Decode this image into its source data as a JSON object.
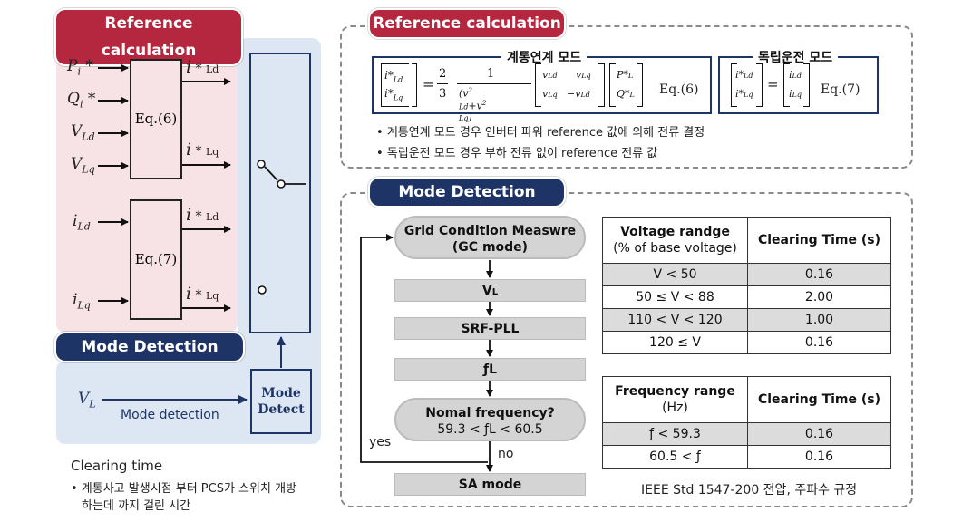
{
  "left_panel": {
    "reference_title": "Reference calculation",
    "mode_detection_title": "Mode Detection",
    "inputs_eq6": [
      "P",
      "Q",
      "V",
      "V"
    ],
    "inputs_eq6_sub": [
      "i",
      "i",
      "Ld",
      "Lq"
    ],
    "inputs_eq7": [
      "i",
      "i"
    ],
    "inputs_eq7_sub": [
      "Ld",
      "Lq"
    ],
    "eq6_label": "Eq.(6)",
    "eq7_label": "Eq.(7)",
    "out_i": "i",
    "out_star_ld": "* Ld",
    "out_star_lq": "* Lq",
    "vl_symbol": "V",
    "vl_sub": "L",
    "mode_detection_arrow_label": "Mode detection",
    "mode_detect_box": "Mode Detect",
    "clearing_time_title": "Clearing time",
    "clearing_time_desc_1": "• 계통사고 발생시점 부터 PCS가 스위치 개방",
    "clearing_time_desc_2": "하는데 까지 걸린 시간"
  },
  "right_top": {
    "reference_title": "Reference calculation",
    "grid_mode_title": "계통연계 모드",
    "island_mode_title": "독립운전 모드",
    "eq6_tag": "Eq.(6)",
    "eq7_tag": "Eq.(7)",
    "bullet_1": "• 계통연계 모드 경우 인버터 파워 reference 값에 의해 전류 결정",
    "bullet_2": "• 독립운전 모드 경우 부하 전류 없이 reference 전류 값"
  },
  "right_bottom": {
    "mode_detection_title": "Mode Detection",
    "flow": {
      "gc_line1": "Grid Condition Measwre",
      "gc_line2": "(GC mode)",
      "vl": "VL",
      "srf_pll": "SRF-PLL",
      "fl": "ƒL",
      "normal_line1": "Nomal frequency?",
      "normal_line2": "59.3 < ƒL < 60.5",
      "yes": "yes",
      "no": "no",
      "sa_mode": "SA mode"
    },
    "voltage_table": {
      "header_range": "Voltage randge (% of base voltage)",
      "header_range_1": "Voltage randge",
      "header_range_2": "(% of base voltage)",
      "header_time": "Clearing Time (s)",
      "rows": [
        {
          "range": "V < 50",
          "time": "0.16"
        },
        {
          "range": "50 ≤ V < 88",
          "time": "2.00"
        },
        {
          "range": "110 < V < 120",
          "time": "1.00"
        },
        {
          "range": "120 ≤ V",
          "time": "0.16"
        }
      ]
    },
    "frequency_table": {
      "header_range_1": "Frequency range",
      "header_range_2": "(Hz)",
      "header_time": "Clearing Time (s)",
      "rows": [
        {
          "range": "ƒ < 59.3",
          "time": "0.16"
        },
        {
          "range": "60.5 < ƒ",
          "time": "0.16"
        }
      ]
    },
    "caption": "IEEE Std 1547-200 전압, 주파수 규정"
  },
  "colors": {
    "red_pill": "#b5263f",
    "navy_pill": "#1f3466",
    "pink_bg": "#f7e3e6",
    "blue_bg": "#dde7f4",
    "arrow_navy": "#1f3466"
  }
}
